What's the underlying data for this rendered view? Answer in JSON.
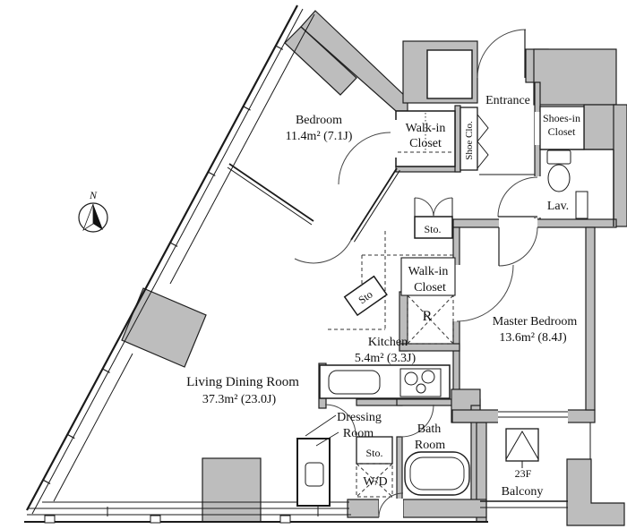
{
  "colors": {
    "wall_fill": "#bdbdbd",
    "line": "#1a1a1a",
    "background": "#ffffff"
  },
  "compass": {
    "north_label": "N"
  },
  "rooms": {
    "bedroom": {
      "name": "Bedroom",
      "area": "11.4m² (7.1J)"
    },
    "walk_in_closet_north": {
      "line1": "Walk-in",
      "line2": "Closet"
    },
    "shoe_closet": {
      "name": "Shoe Clo."
    },
    "entrance": {
      "name": "Entrance"
    },
    "shoes_in_closet": {
      "line1": "Shoes-in",
      "line2": "Closet"
    },
    "lavatory": {
      "name": "Lav."
    },
    "storage_hall": {
      "name": "Sto."
    },
    "storage_kitchen": {
      "name": "Sto"
    },
    "walk_in_closet_master": {
      "line1": "Walk-in",
      "line2": "Closet"
    },
    "refrigerator_space": {
      "name": "R"
    },
    "kitchen": {
      "name": "Kitchen",
      "area": "5.4m² (3.3J)"
    },
    "master_bedroom": {
      "name": "Master Bedroom",
      "area": "13.6m² (8.4J)"
    },
    "living_dining_room": {
      "name": "Living Dining Room",
      "area": "37.3m² (23.0J)"
    },
    "dressing_room": {
      "line1": "Dressing",
      "line2": "Room"
    },
    "storage_dressing": {
      "name": "Sto."
    },
    "washer_dryer": {
      "name": "W/D"
    },
    "bath_room": {
      "line1": "Bath",
      "line2": "Room"
    },
    "balcony": {
      "name": "Balcony",
      "floor_marker": "23F"
    }
  }
}
